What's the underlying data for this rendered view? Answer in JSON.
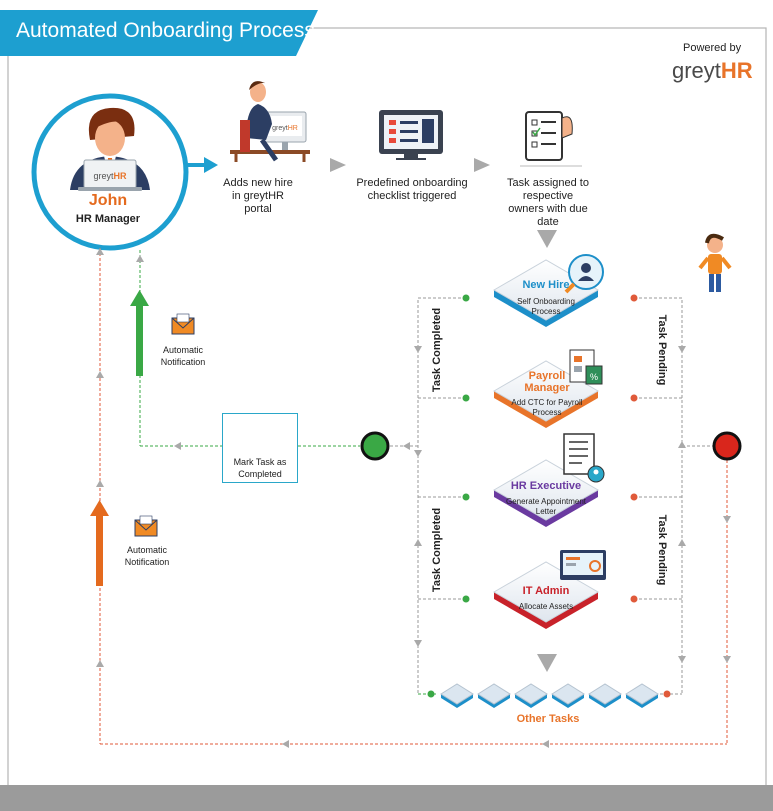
{
  "header": {
    "title": "Automated Onboarding Process",
    "accent_color": "#1d9fd0"
  },
  "branding": {
    "powered_by": "Powered by",
    "logo_prefix": "greyt",
    "logo_suffix": "HR"
  },
  "manager": {
    "name": "John",
    "role": "HR Manager",
    "laptop_logo": "greytHR"
  },
  "steps": [
    {
      "text": "Adds new hire in greytHR portal",
      "icon": "employee-at-desk-icon"
    },
    {
      "text": "Predefined onboarding checklist triggered",
      "icon": "monitor-checklist-icon"
    },
    {
      "text": "Task assigned to respective owners with due date",
      "icon": "clipboard-icon"
    }
  ],
  "tasks": [
    {
      "title": "New Hire",
      "subtitle": "Self Onboarding Process",
      "color": "#1d8fc9",
      "icon": "magnifier-person-icon"
    },
    {
      "title": "Payroll Manager",
      "subtitle": "Add CTC for Payroll Process",
      "color": "#e8742a",
      "icon": "calculator-icon"
    },
    {
      "title": "HR Executive",
      "subtitle": "Generate Appointment Letter",
      "color": "#6a3aa0",
      "icon": "document-person-icon"
    },
    {
      "title": "IT Admin",
      "subtitle": "Allocate Assets",
      "color": "#c8222a",
      "icon": "monitor-settings-icon"
    }
  ],
  "side_labels": {
    "completed": "Task Completed",
    "pending": "Task Pending"
  },
  "notifications": {
    "line1": "Automatic",
    "line2": "Notification"
  },
  "mark_task": {
    "line1": "Mark Task as",
    "line2": "Completed"
  },
  "other_tasks": "Other Tasks",
  "colors": {
    "green": "#3aa845",
    "red": "#d9261c",
    "orange": "#e46a1e",
    "dark": "#222222"
  }
}
